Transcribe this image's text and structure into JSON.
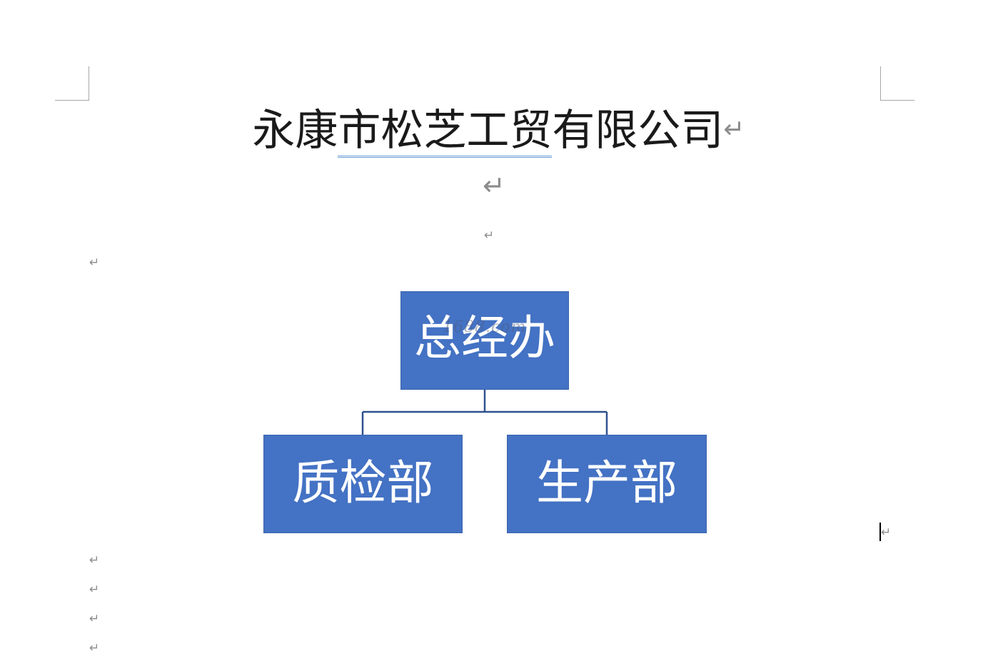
{
  "document": {
    "title_part1": "永康",
    "title_part2": "市松芝工贸",
    "title_part3": "有限公司",
    "paragraph_mark": "↵"
  },
  "org_chart": {
    "top": "总经办",
    "children": [
      "质检部",
      "生产部"
    ]
  },
  "watermark": "1688.com",
  "colors": {
    "node_fill": "#4472c4",
    "node_text": "#ffffff",
    "connector": "#2f528f",
    "paragraph_mark": "#8c8c8c"
  }
}
